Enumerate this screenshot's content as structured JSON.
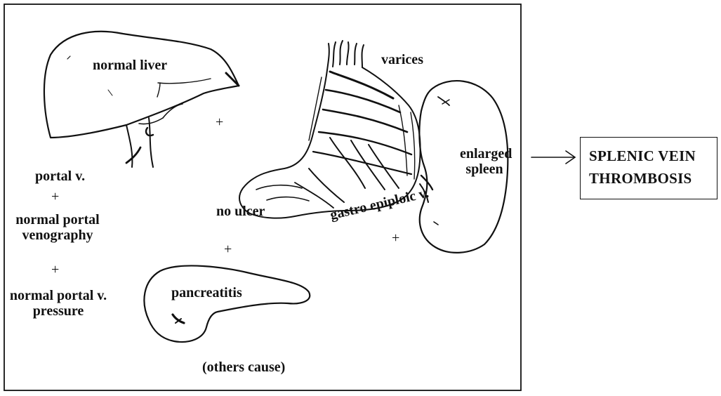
{
  "diagram": {
    "labels": {
      "normal_liver": "normal liver",
      "varices": "varices",
      "enlarged_spleen_line1": "enlarged",
      "enlarged_spleen_line2": "spleen",
      "portal_v": "portal v.",
      "normal_portal_venography_line1": "normal portal",
      "normal_portal_venography_line2": "venography",
      "normal_portal_pressure_line1": "normal portal v.",
      "normal_portal_pressure_line2": "pressure",
      "no_ulcer": "no ulcer",
      "gastro_epiploic": "gastro epiploic v.",
      "pancreatitis": "pancreatitis",
      "others_cause": "(others cause)",
      "plus": "+"
    },
    "result": {
      "line1": "SPLENIC VEIN",
      "line2": "THROMBOSIS"
    },
    "colors": {
      "ink": "#111111",
      "background": "#ffffff"
    }
  }
}
